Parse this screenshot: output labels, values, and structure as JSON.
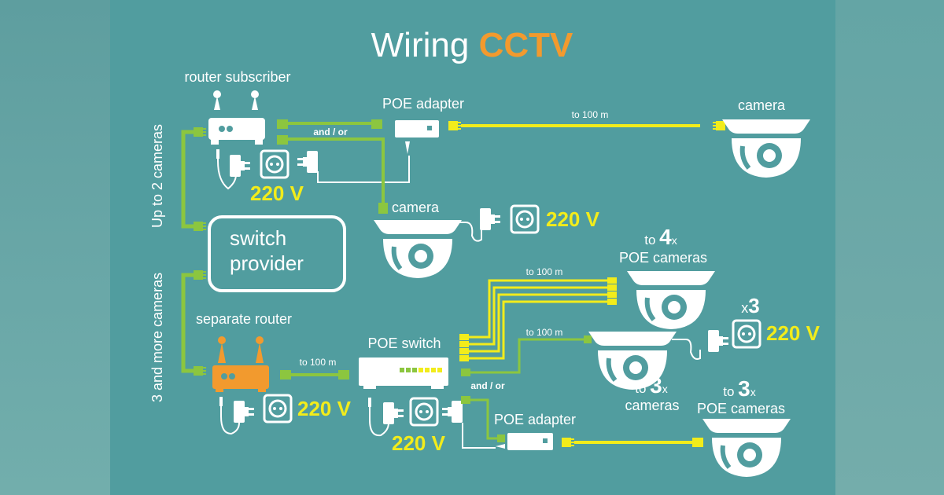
{
  "title": {
    "part1": "Wiring",
    "part2": "CCTV"
  },
  "colors": {
    "background_panel": "#519d9f",
    "accent_orange": "#f29a2e",
    "cable_green": "#8cc63f",
    "cable_yellow": "#f2ec1b",
    "device_white": "#ffffff",
    "voltage_text": "#f2ec1b"
  },
  "side_labels": {
    "upper": "Up to 2 cameras",
    "lower": "3 and more cameras"
  },
  "top_section": {
    "router_label": "router subscriber",
    "and_or": "and / or",
    "poe_adapter_label": "POE adapter",
    "cable_length": "to 100 m",
    "camera_far_label": "camera",
    "camera_near_label": "camera",
    "voltage_router": "220 V",
    "voltage_camera": "220 V"
  },
  "switch_provider": {
    "line1": "switch",
    "line2": "provider"
  },
  "bottom_section": {
    "router_label": "separate router",
    "router_cable_length": "to 100 m",
    "poe_switch_label": "POE switch",
    "voltage_router": "220 V",
    "voltage_switch": "220 V",
    "bundle_length": "to 100 m",
    "green_length": "to 100 m",
    "poe4": {
      "prefix": "to",
      "count": "4",
      "suffix": "x",
      "label": "POE cameras"
    },
    "cams3": {
      "prefix": "to",
      "count": "3",
      "suffix": "x",
      "label": "cameras"
    },
    "x3": {
      "prefix": "x",
      "count": "3"
    },
    "voltage_cams": "220 V",
    "and_or": "and / or",
    "poe_adapter_label": "POE adapter",
    "poe3": {
      "prefix": "to",
      "count": "3",
      "suffix": "x",
      "label": "POE cameras"
    }
  },
  "poe_switch_leds": [
    "green",
    "green",
    "green",
    "yellow",
    "yellow",
    "yellow",
    "yellow"
  ]
}
